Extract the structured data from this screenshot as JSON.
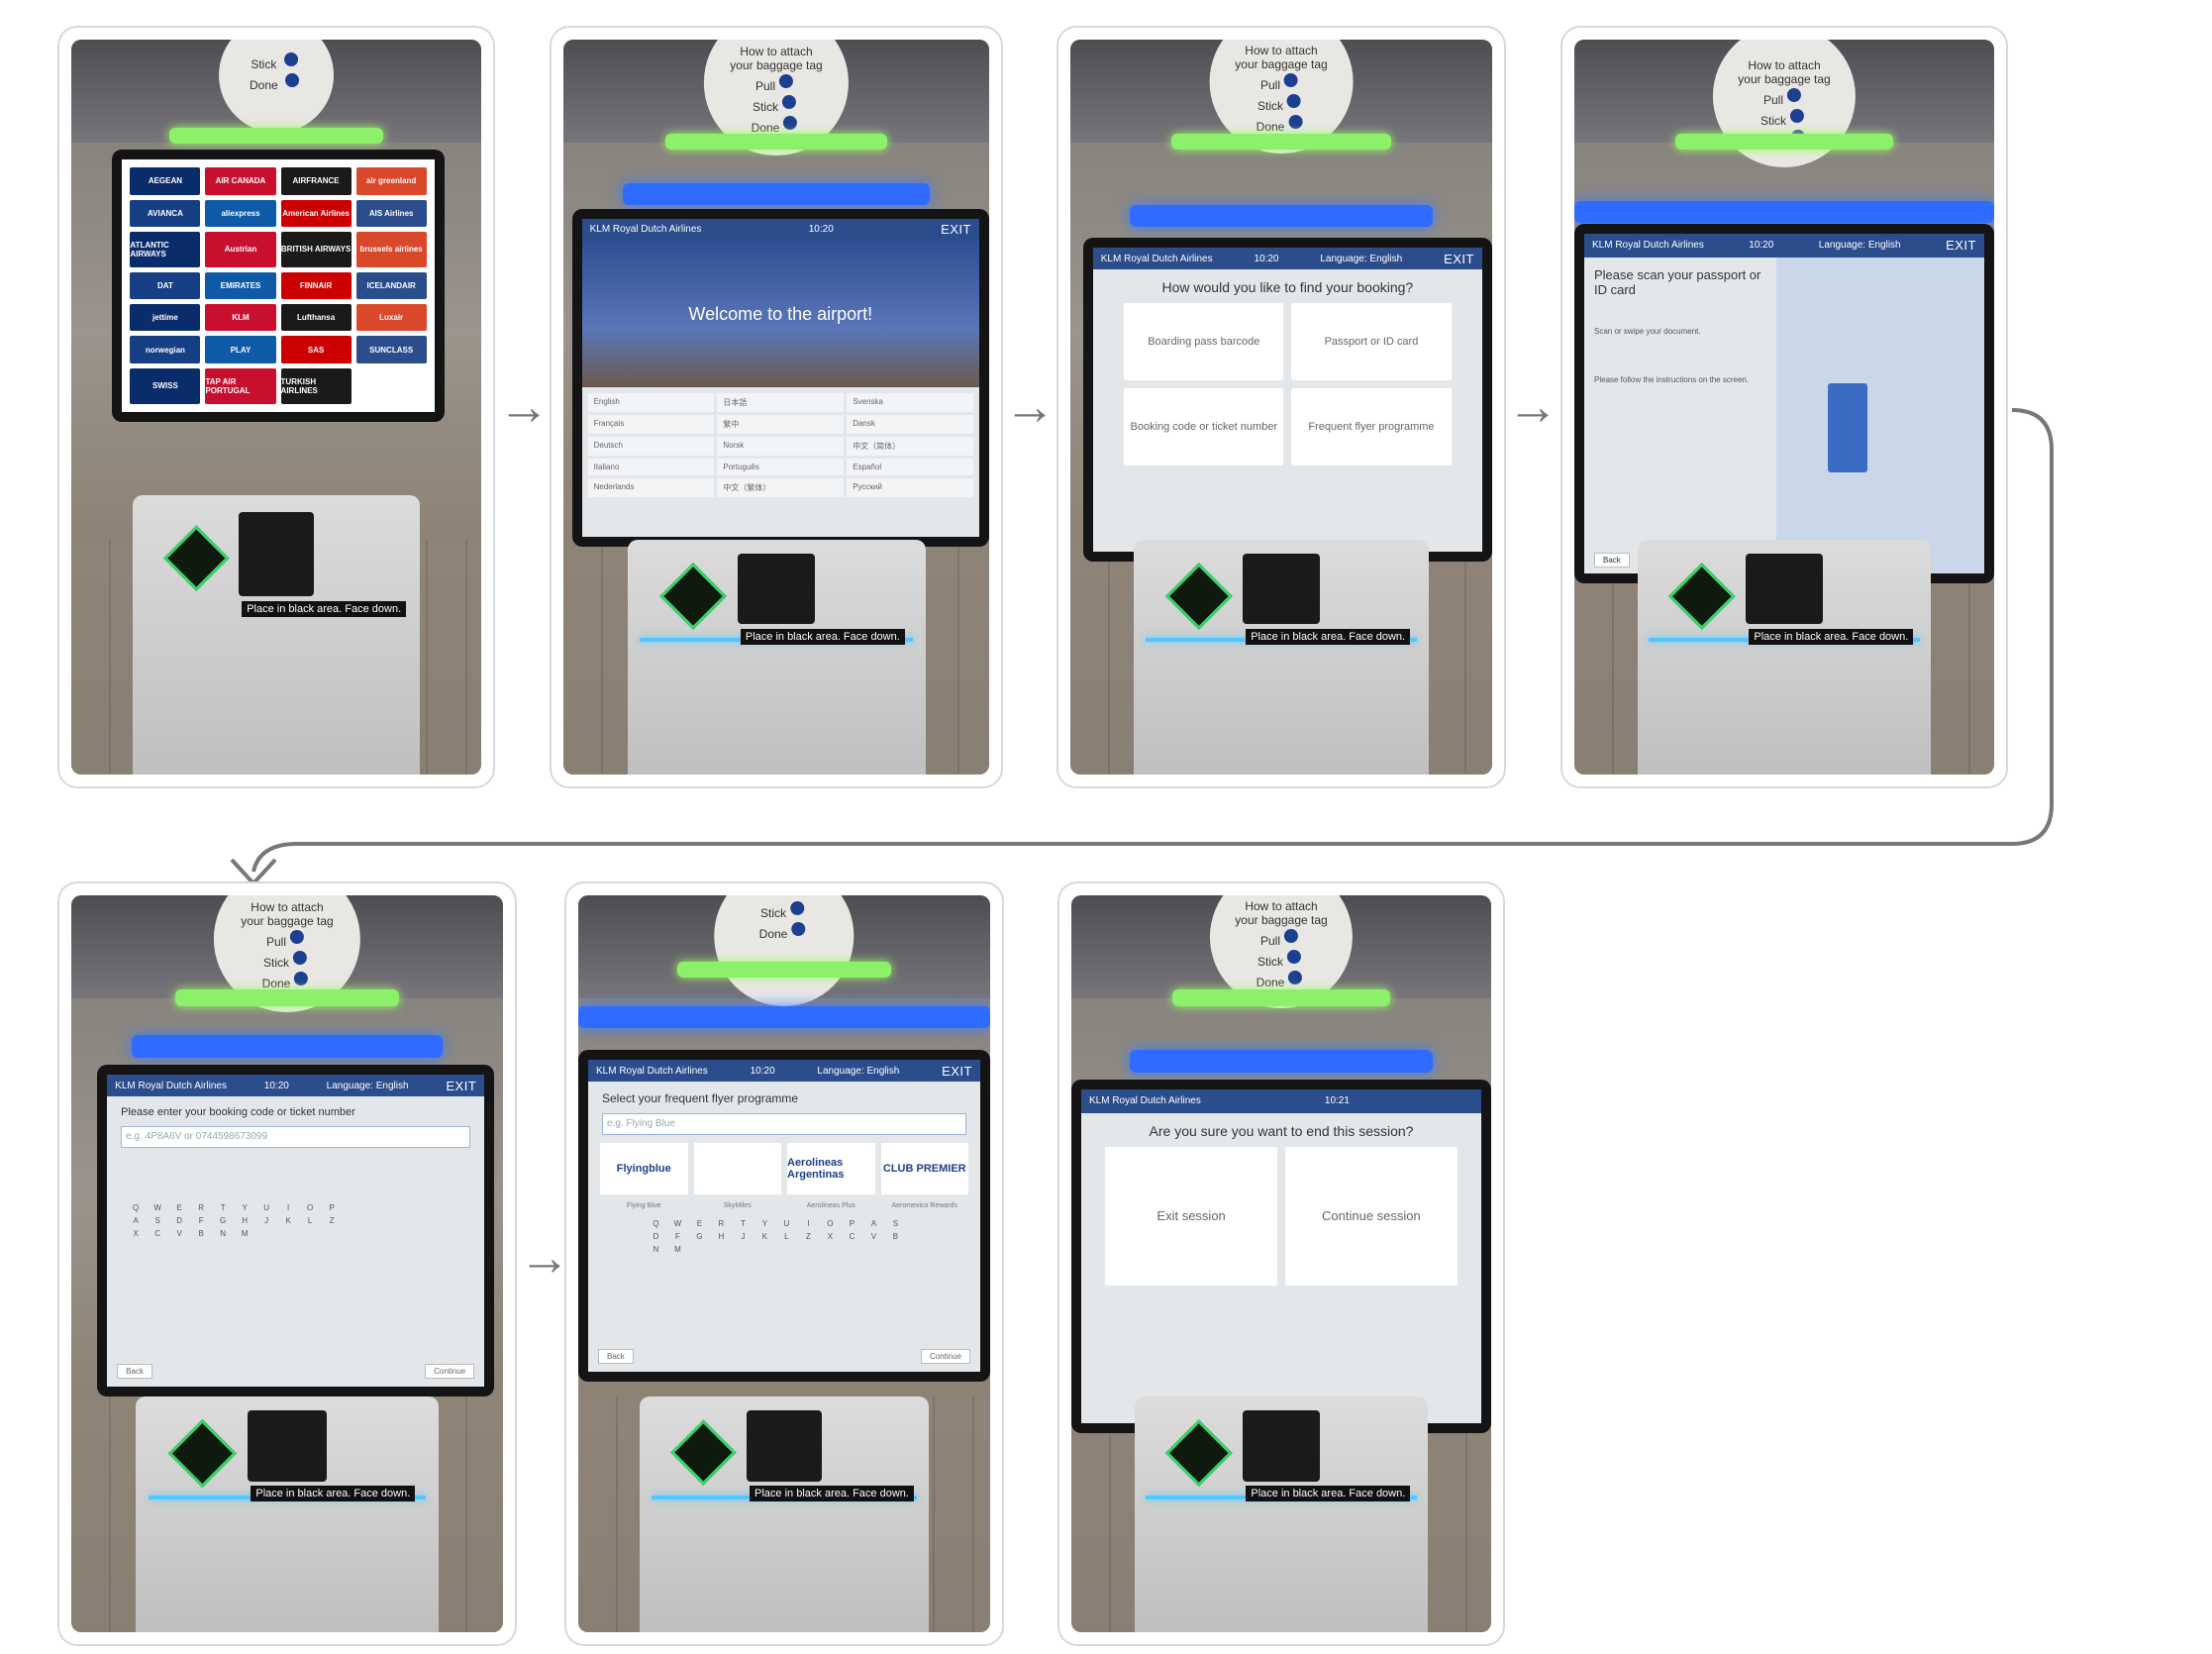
{
  "steps": [
    {
      "id": 1,
      "caption_logos": [
        "AEGEAN",
        "AIR CANADA",
        "AIRFRANCE",
        "air greenland",
        "AVIANCA",
        "aliexpress",
        "American Airlines",
        "AIS Airlines",
        "ATLANTIC AIRWAYS",
        "Austrian",
        "BRITISH AIRWAYS",
        "brussels airlines",
        "DAT",
        "EMIRATES",
        "FINNAIR",
        "ICELANDAIR",
        "jettime",
        "KLM",
        "Lufthansa",
        "Luxair",
        "norwegian",
        "PLAY",
        "SAS",
        "SUNCLASS",
        "SWISS",
        "TAP AIR PORTUGAL",
        "TURKISH AIRLINES"
      ]
    },
    {
      "id": 2,
      "brand": "KLM Royal Dutch Airlines",
      "time": "10:20",
      "exit": "EXIT",
      "headline": "Welcome to the airport!",
      "languages": [
        "English",
        "日本語",
        "Svenska",
        "Français",
        "繁中",
        "Dansk",
        "Deutsch",
        "Norsk",
        "中文（简体）",
        "Italiano",
        "Português",
        "Español",
        "Nederlands",
        "中文（繁体）",
        "Русский"
      ]
    },
    {
      "id": 3,
      "brand": "KLM Royal Dutch Airlines",
      "time": "10:20",
      "language": "Language: English",
      "exit": "EXIT",
      "question": "How would you like to find your booking?",
      "options": [
        "Boarding pass barcode",
        "Passport or ID card",
        "Booking code or ticket number",
        "Frequent flyer programme"
      ]
    },
    {
      "id": 4,
      "brand": "KLM Royal Dutch Airlines",
      "time": "10:20",
      "language": "Language: English",
      "exit": "EXIT",
      "instruction": "Please scan your passport or ID card",
      "step1": "Scan or swipe your document.",
      "step2": "Please follow the instructions on the screen.",
      "back": "Back"
    },
    {
      "id": 5,
      "brand": "KLM Royal Dutch Airlines",
      "time": "10:20",
      "language": "Language: English",
      "exit": "EXIT",
      "prompt": "Please enter your booking code or ticket number",
      "placeholder": "e.g. 4P8A6V or 0744598673099",
      "back": "Back",
      "continue": "Continue",
      "keys": [
        "Q",
        "W",
        "E",
        "R",
        "T",
        "Y",
        "U",
        "I",
        "O",
        "P",
        "A",
        "S",
        "D",
        "F",
        "G",
        "H",
        "J",
        "K",
        "L",
        "Z",
        "X",
        "C",
        "V",
        "B",
        "N",
        "M"
      ]
    },
    {
      "id": 6,
      "brand": "KLM Royal Dutch Airlines",
      "time": "10:20",
      "language": "Language: English",
      "exit": "EXIT",
      "prompt": "Select your frequent flyer programme",
      "placeholder": "e.g. Flying Blue",
      "programmes": [
        "Flyingblue",
        "",
        "Aerolineas Argentinas",
        "CLUB PREMIER"
      ],
      "programme_labels": [
        "Flying Blue",
        "SkyMiles",
        "Aerolíneas Plus",
        "Aeromexico Rewards"
      ],
      "back": "Back",
      "continue": "Continue"
    },
    {
      "id": 7,
      "brand": "KLM Royal Dutch Airlines",
      "time": "10:21",
      "question": "Are you sure you want to end this session?",
      "options": [
        "Exit session",
        "Continue session"
      ]
    }
  ],
  "sign": {
    "line1": "How to attach",
    "line2": "your baggage tag",
    "pull": "Pull",
    "stick": "Stick",
    "done": "Done"
  },
  "kiosk": {
    "label": "Place in black area. Face down."
  },
  "colors": {
    "klm_blue": "#2b4d8c",
    "led_green": "#8cf06a",
    "led_blue": "#2f6bff"
  }
}
